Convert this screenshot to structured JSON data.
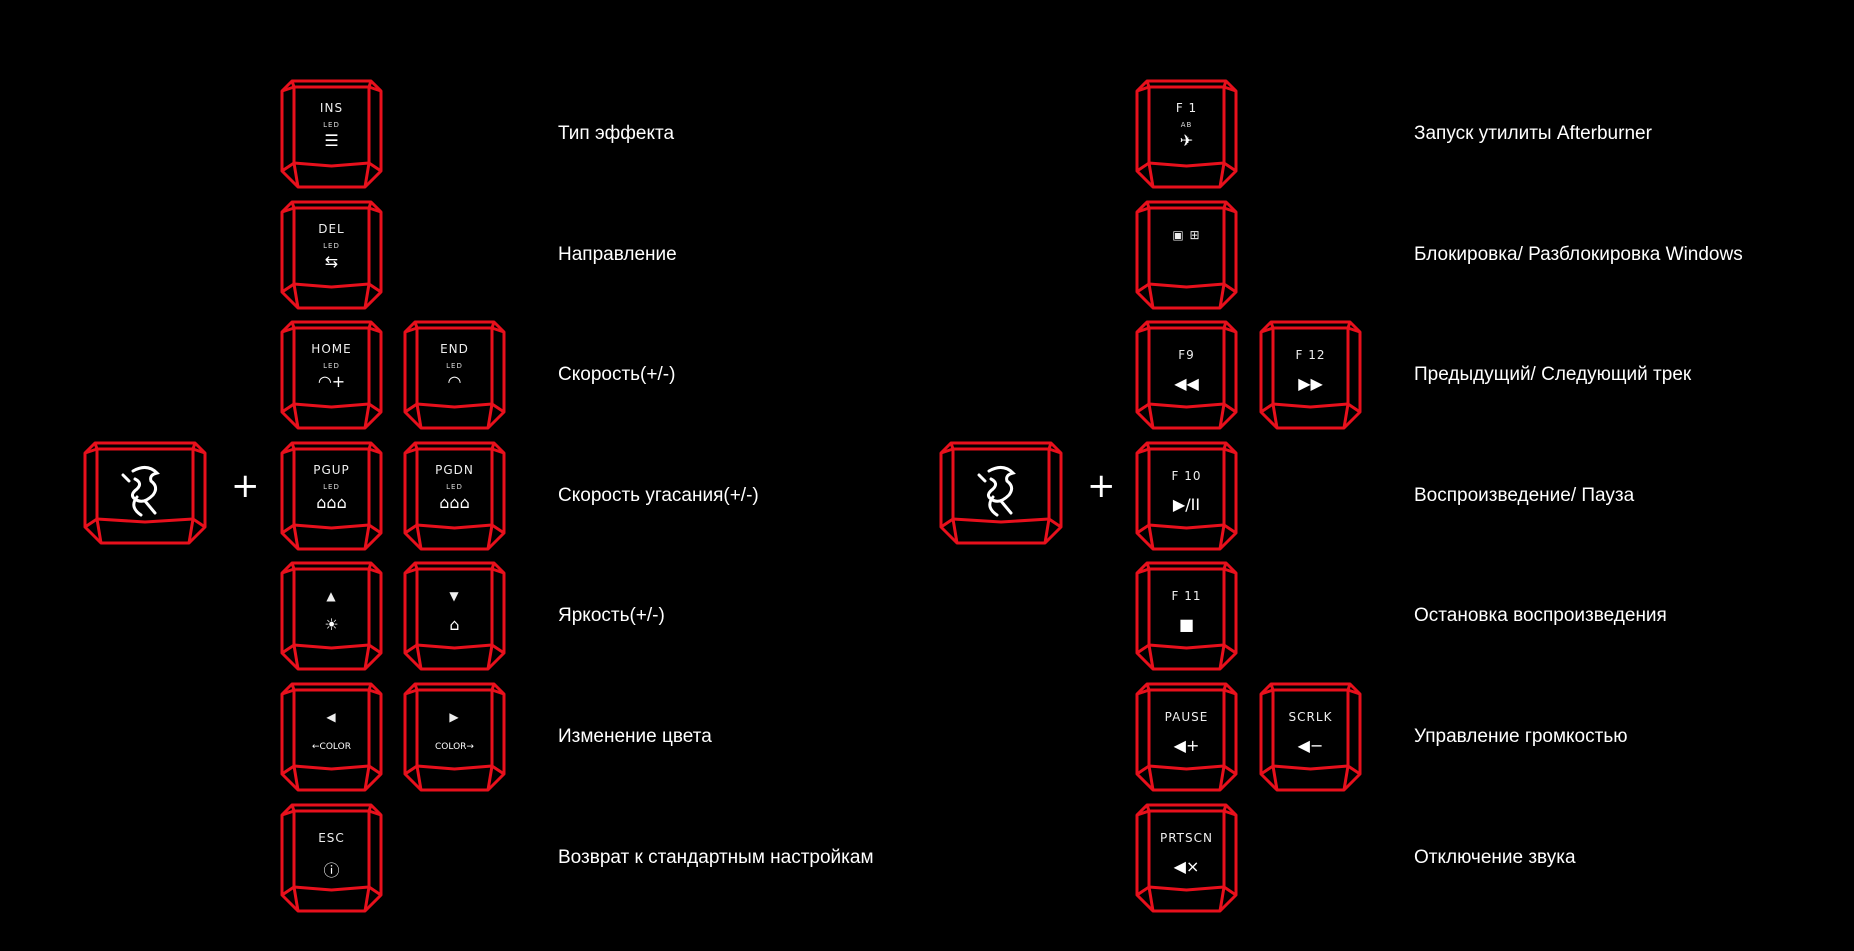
{
  "accent_color": "#e8101c",
  "left": {
    "modifier_icon": "msi-dragon-icon",
    "plus": "+",
    "rows": [
      {
        "keys": [
          {
            "label": "INS",
            "sub": "LED",
            "icon": "☰",
            "icon_name": "effect-list-icon"
          }
        ],
        "desc": "Тип эффекта"
      },
      {
        "keys": [
          {
            "label": "DEL",
            "sub": "LED",
            "icon": "⇆",
            "icon_name": "direction-icon"
          }
        ],
        "desc": "Направление"
      },
      {
        "keys": [
          {
            "label": "HOME",
            "sub": "LED",
            "icon": "◠+",
            "icon_name": "speed-up-icon"
          },
          {
            "label": "END",
            "sub": "LED",
            "icon": "◠",
            "icon_name": "speed-down-icon"
          }
        ],
        "desc": "Скорость(+/-)"
      },
      {
        "keys": [
          {
            "label": "PGUP",
            "sub": "LED",
            "icon": "⌂⌂⌂",
            "icon_name": "fade-up-icon"
          },
          {
            "label": "PGDN",
            "sub": "LED",
            "icon": "⌂⌂⌂",
            "icon_name": "fade-down-icon"
          }
        ],
        "desc": "Скорость угасания(+/-)"
      },
      {
        "keys": [
          {
            "label": "▲",
            "sub": "",
            "icon": "☀",
            "icon_name": "brightness-up-icon"
          },
          {
            "label": "▼",
            "sub": "",
            "icon": "⌂",
            "icon_name": "brightness-down-icon"
          }
        ],
        "desc": "Яркость(+/-)"
      },
      {
        "keys": [
          {
            "label": "◀",
            "sub": "",
            "icon": "←COLOR",
            "icon_name": "color-prev-icon"
          },
          {
            "label": "▶",
            "sub": "",
            "icon": "COLOR→",
            "icon_name": "color-next-icon"
          }
        ],
        "desc": "Изменение цвета"
      },
      {
        "keys": [
          {
            "label": "ESC",
            "sub": "",
            "icon": "ⓘ",
            "icon_name": "reset-icon"
          }
        ],
        "desc": "Возврат к стандартным настройкам"
      }
    ]
  },
  "right": {
    "modifier_icon": "msi-dragon-icon",
    "plus": "+",
    "rows": [
      {
        "keys": [
          {
            "label": "F 1",
            "sub": "AB",
            "icon": "✈",
            "icon_name": "afterburner-icon"
          }
        ],
        "desc": "Запуск утилиты Afterburner"
      },
      {
        "keys": [
          {
            "label": "▣  ⊞",
            "sub": "",
            "icon": "",
            "icon_name": "windows-lock-icon"
          }
        ],
        "desc": "Блокировка/ Разблокировка Windows"
      },
      {
        "keys": [
          {
            "label": "F9",
            "sub": "",
            "icon": "◀◀",
            "icon_name": "previous-track-icon"
          },
          {
            "label": "F 12",
            "sub": "",
            "icon": "▶▶",
            "icon_name": "next-track-icon"
          }
        ],
        "desc": "Предыдущий/ Следующий трек"
      },
      {
        "keys": [
          {
            "label": "F 10",
            "sub": "",
            "icon": "▶/II",
            "icon_name": "play-pause-icon"
          }
        ],
        "desc": "Воспроизведение/ Пауза"
      },
      {
        "keys": [
          {
            "label": "F 11",
            "sub": "",
            "icon": "■",
            "icon_name": "stop-icon"
          }
        ],
        "desc": "Остановка воспроизведения"
      },
      {
        "keys": [
          {
            "label": "PAUSE",
            "sub": "",
            "icon": "◀+",
            "icon_name": "volume-up-icon"
          },
          {
            "label": "SCRLK",
            "sub": "",
            "icon": "◀−",
            "icon_name": "volume-down-icon"
          }
        ],
        "desc": "Управление громкостью"
      },
      {
        "keys": [
          {
            "label": "PRTSCN",
            "sub": "",
            "icon": "◀×",
            "icon_name": "mute-icon"
          }
        ],
        "desc": "Отключение звука"
      }
    ]
  }
}
